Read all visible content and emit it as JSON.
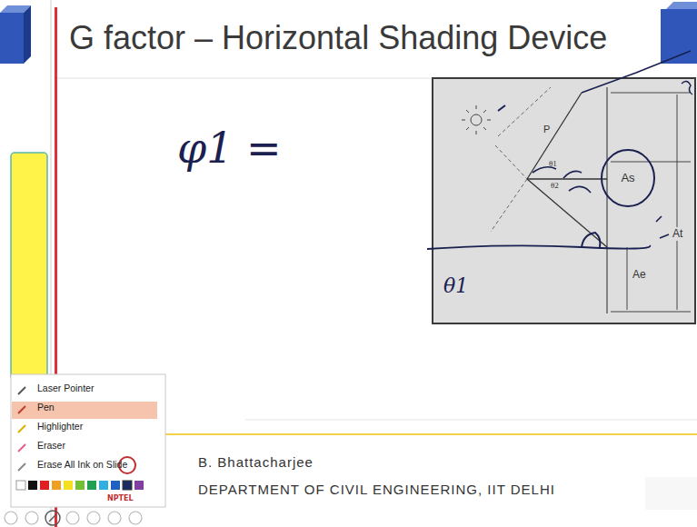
{
  "diagram": {
    "title": "G factor – Horizontal Shading Device",
    "nodes": [
      {
        "text": [
          "As"
        ]
      },
      {
        "text": [
          "Laser Pointer",
          "Pen",
          "Highlighter",
          "Eraser",
          "Erase All Ink on Slide"
        ]
      }
    ],
    "labels": [
      "φ1 =",
      "P",
      "θ1",
      "θ2",
      "At",
      "Ae",
      "θ1",
      "NPTEL",
      "B. Bhattacharjee",
      "DEPARTMENT OF CIVIL ENGINEERING, IIT DELHI"
    ]
  }
}
